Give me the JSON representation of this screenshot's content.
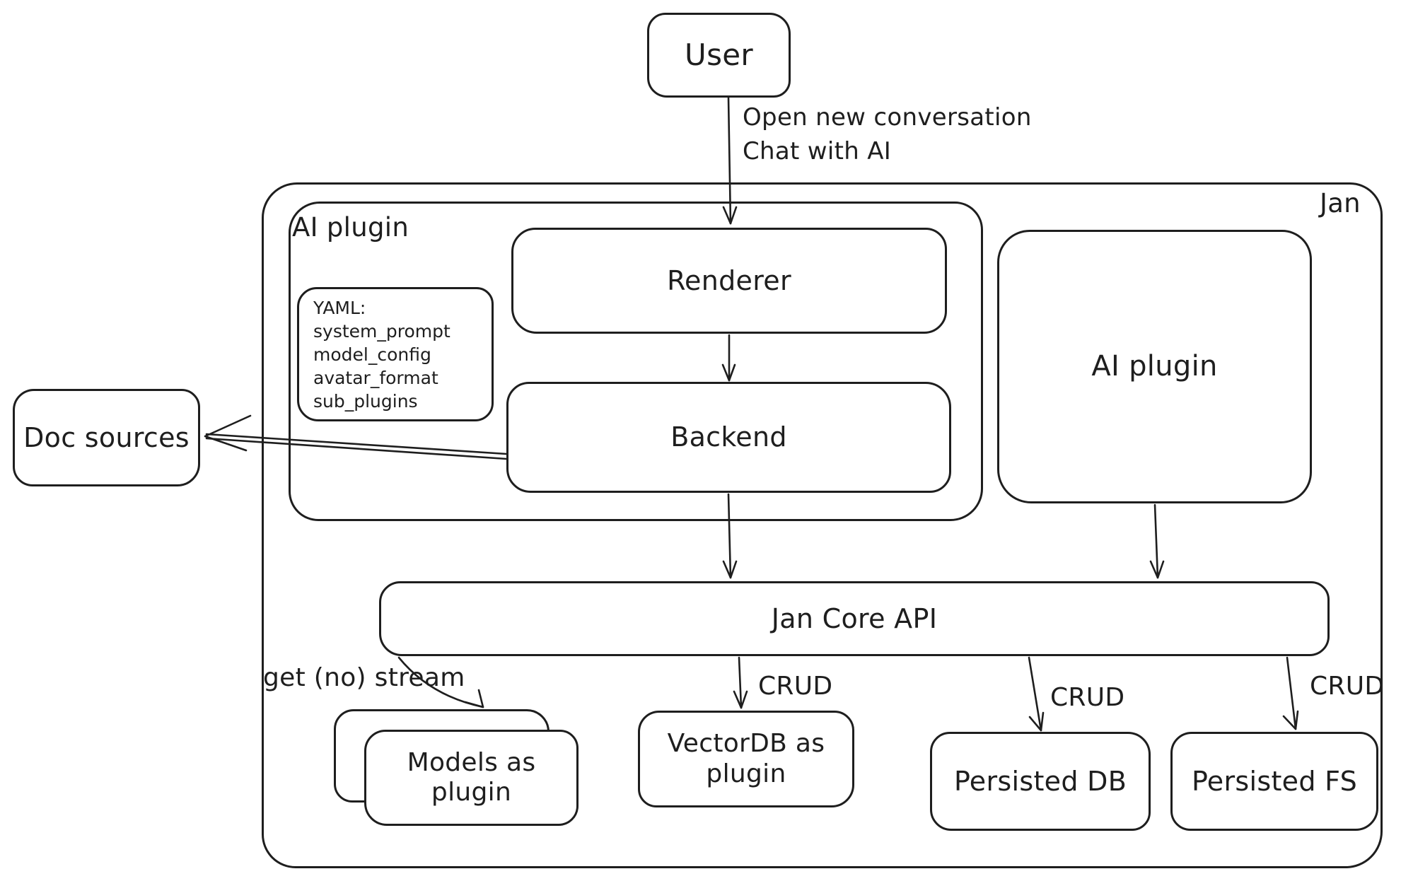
{
  "diagram": {
    "container_label": "Jan",
    "nodes": {
      "user": {
        "label": "User"
      },
      "ai_plugin_left": {
        "label": "AI plugin"
      },
      "renderer": {
        "label": "Renderer"
      },
      "backend": {
        "label": "Backend"
      },
      "yaml_note": {
        "lines": [
          "YAML:",
          "system_prompt",
          "model_config",
          "avatar_format",
          "sub_plugins"
        ]
      },
      "doc_sources": {
        "label": "Doc sources"
      },
      "ai_plugin_right": {
        "label": "AI plugin"
      },
      "jan_core_api": {
        "label": "Jan Core API"
      },
      "models_plugin": {
        "label_line1": "Models as",
        "label_line2": "plugin"
      },
      "vectordb_plugin": {
        "label_line1": "VectorDB as",
        "label_line2": "plugin"
      },
      "persisted_db": {
        "label": "Persisted DB"
      },
      "persisted_fs": {
        "label": "Persisted FS"
      }
    },
    "edge_labels": {
      "user_to_renderer_line1": "Open new conversation",
      "user_to_renderer_line2": "Chat with AI",
      "api_to_models": "get (no) stream",
      "api_to_vectordb": "CRUD",
      "api_to_persisted_db": "CRUD",
      "api_to_persisted_fs": "CRUD"
    },
    "colors": {
      "stroke": "#1e1e1e",
      "background": "#ffffff"
    }
  }
}
